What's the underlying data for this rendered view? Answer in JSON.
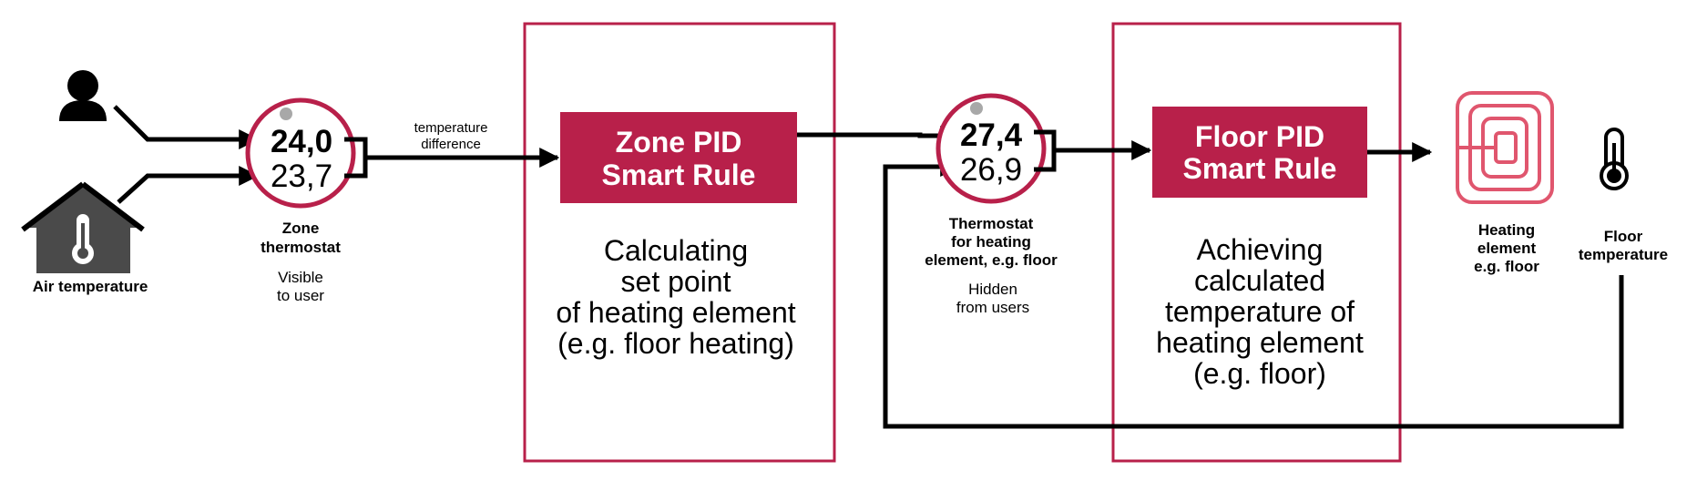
{
  "colors": {
    "accent": "#b8204a",
    "heater": "#e0566e",
    "line": "#000000",
    "house": "#4a4a4a",
    "knob": "#a8a8a8"
  },
  "icons": {
    "user": "person-icon",
    "house": "house-thermometer-icon",
    "heater": "heating-coil-icon",
    "floor": "thermometer-icon"
  },
  "air": {
    "label": "Air temperature"
  },
  "zone_thermostat": {
    "setpoint": "24,0",
    "actual": "23,7",
    "title_1": "Zone",
    "title_2": "thermostat",
    "note_1": "Visible",
    "note_2": "to user"
  },
  "connector": {
    "label_1": "temperature",
    "label_2": "difference"
  },
  "zone_pid": {
    "title_1": "Zone PID",
    "title_2": "Smart Rule",
    "desc": [
      "Calculating",
      "set point",
      "of heating element",
      "(e.g. floor heating)"
    ]
  },
  "element_thermostat": {
    "setpoint": "27,4",
    "actual": "26,9",
    "title_1": "Thermostat",
    "title_2": "for heating",
    "title_3": "element, e.g. floor",
    "note_1": "Hidden",
    "note_2": "from users"
  },
  "floor_pid": {
    "title_1": "Floor PID",
    "title_2": "Smart Rule",
    "desc": [
      "Achieving",
      "calculated",
      "temperature of",
      "heating element",
      "(e.g. floor)"
    ]
  },
  "heating_element": {
    "label_1": "Heating",
    "label_2": "element",
    "label_3": "e.g. floor"
  },
  "floor_temp": {
    "label_1": "Floor",
    "label_2": "temperature"
  }
}
